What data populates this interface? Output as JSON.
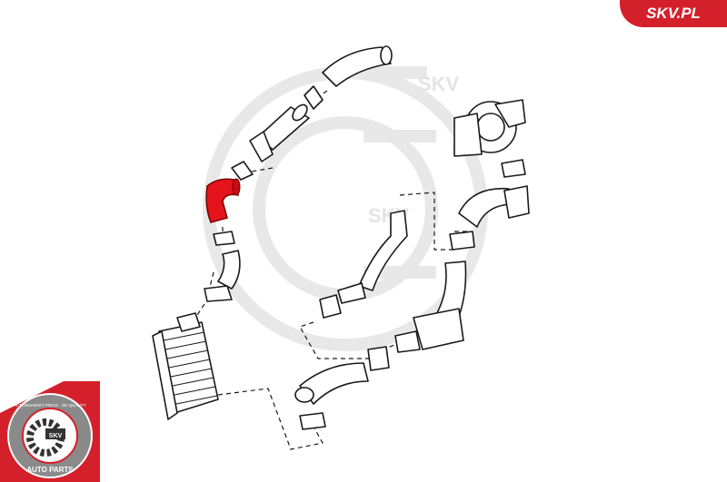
{
  "brand": {
    "site_label": "SKV.PL",
    "logo_center": "SKV",
    "logo_ring_top": "AFTERMARKET PRICE · OE QUALITY",
    "logo_ring_bottom": "AUTO PARTS",
    "watermark": "SKV",
    "accent_color": "#d4202a"
  },
  "diagram": {
    "highlighted_part": "intercooler-hose",
    "highlight_color": "#e3141b"
  }
}
